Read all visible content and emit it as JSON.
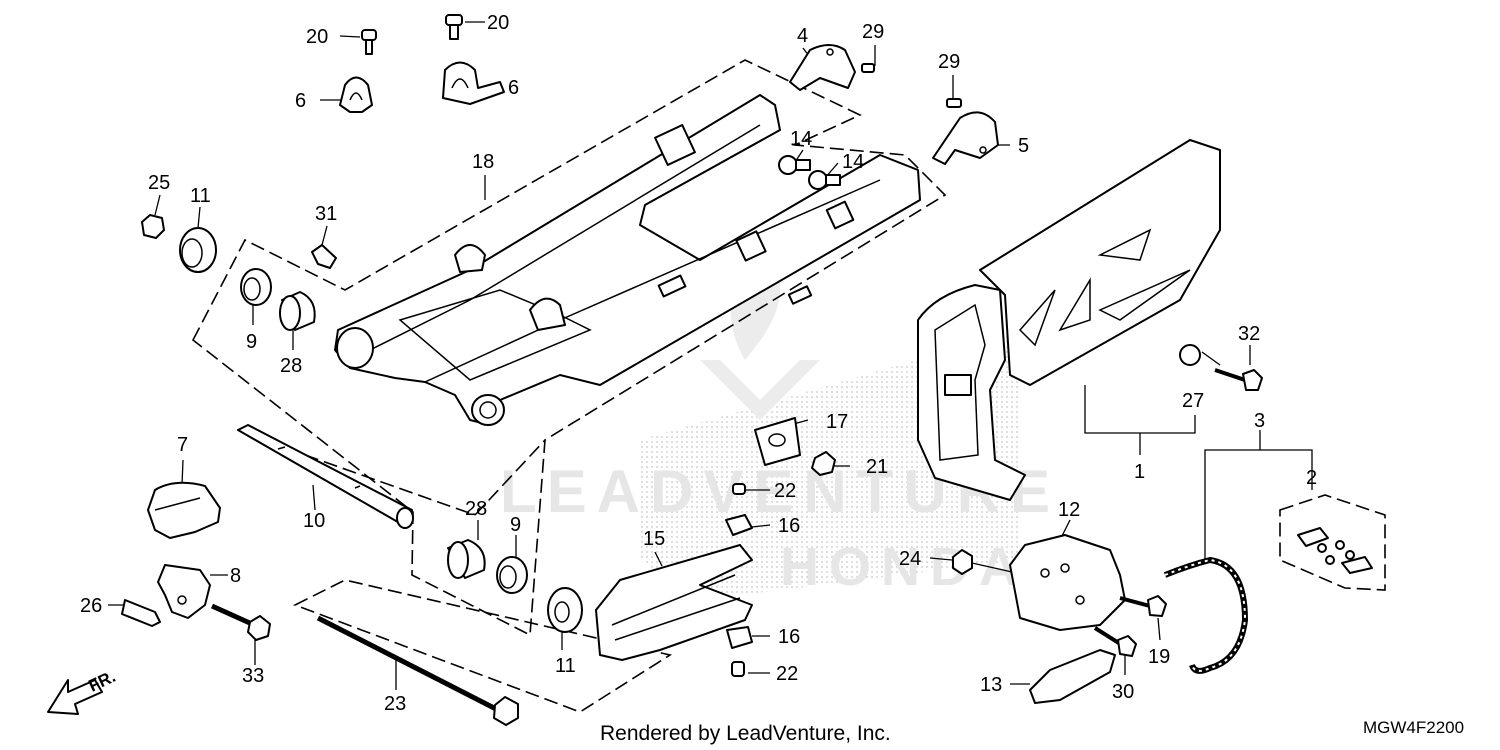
{
  "diagram": {
    "watermark": {
      "text": "LEADVENTURE",
      "text2": "HONDA"
    },
    "footer": {
      "credit": "Rendered by LeadVenture, Inc.",
      "code": "MGW4F2200"
    },
    "direction_arrow": {
      "label": "FR."
    },
    "callouts": {
      "c1": "1",
      "c2": "2",
      "c3": "3",
      "c4": "4",
      "c5": "5",
      "c6a": "6",
      "c6b": "6",
      "c7": "7",
      "c8": "8",
      "c9a": "9",
      "c9b": "9",
      "c10": "10",
      "c11a": "11",
      "c11b": "11",
      "c12": "12",
      "c13": "13",
      "c14a": "14",
      "c14b": "14",
      "c15": "15",
      "c16a": "16",
      "c16b": "16",
      "c17": "17",
      "c18": "18",
      "c19": "19",
      "c20a": "20",
      "c20b": "20",
      "c21": "21",
      "c22a": "22",
      "c22b": "22",
      "c23": "23",
      "c24": "24",
      "c25": "25",
      "c26": "26",
      "c27": "27",
      "c28a": "28",
      "c28b": "28",
      "c29a": "29",
      "c29b": "29",
      "c30": "30",
      "c31": "31",
      "c32": "32",
      "c33": "33"
    }
  }
}
